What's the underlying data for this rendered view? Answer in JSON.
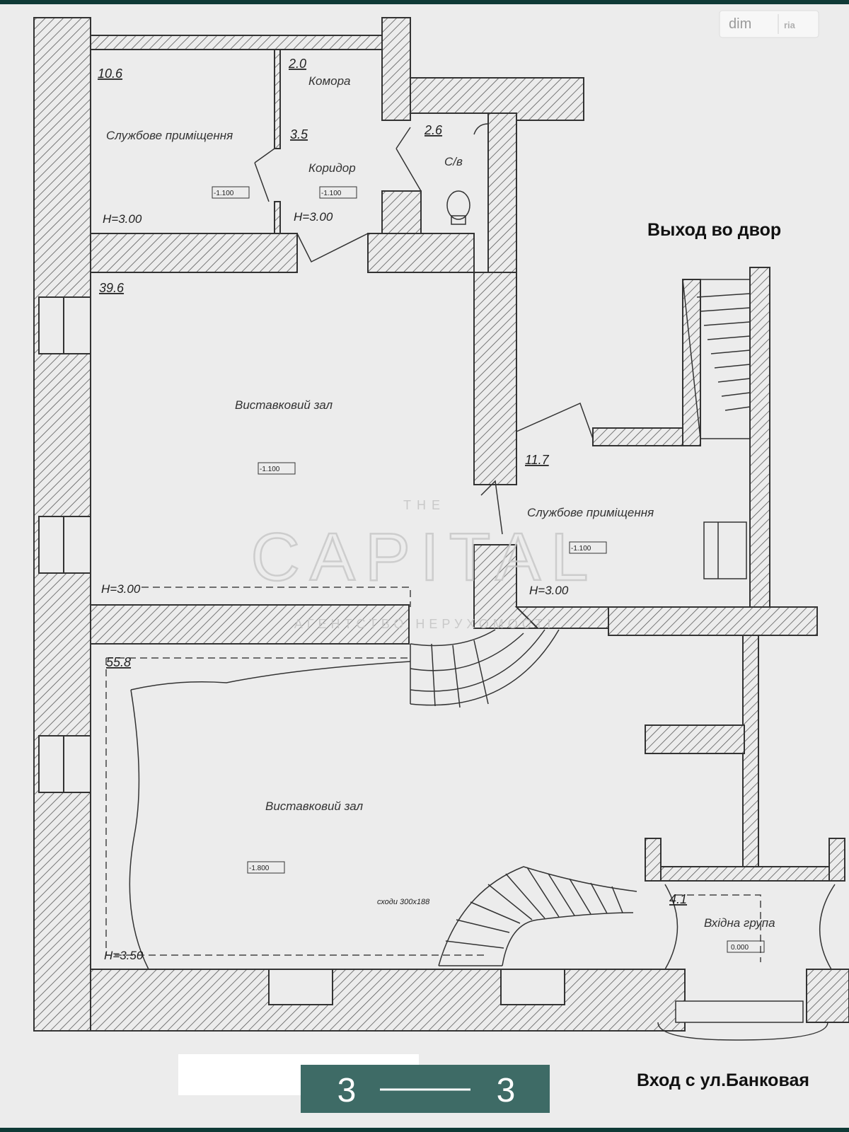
{
  "logo": {
    "text": "dim",
    "sub": "ria"
  },
  "rooms": [
    {
      "id": "service-1",
      "area": "10.6",
      "name": "Службове приміщення",
      "level": "-1.100",
      "height": "H=3.00"
    },
    {
      "id": "storage",
      "area": "2.0",
      "name": "Комора"
    },
    {
      "id": "corridor",
      "area": "3.5",
      "name": "Коридор",
      "level": "-1.100",
      "height": "H=3.00"
    },
    {
      "id": "wc",
      "area": "2.6",
      "name": "С/в"
    },
    {
      "id": "hall-1",
      "area": "39.6",
      "name": "Виставковий зал",
      "level": "-1.100",
      "height": "H=3.00"
    },
    {
      "id": "service-2",
      "area": "11.7",
      "name": "Службове приміщення",
      "level": "-1.100",
      "height": "H=3.00"
    },
    {
      "id": "hall-2",
      "area": "55.8",
      "name": "Виставковий зал",
      "level": "-1.800",
      "height": "H=3.50"
    },
    {
      "id": "entrance",
      "area": "4.1",
      "name": "Вхідна група",
      "level": "0.000"
    }
  ],
  "labels": {
    "yard_exit": "Выход во двор",
    "street_entrance": "Вход с ул.Банковая",
    "stairs": "сходи 300х188"
  },
  "section_marker": {
    "left": "3",
    "right": "3",
    "color": "#3e6b66"
  },
  "watermark": {
    "top": "THE",
    "main": "CAPITAL",
    "sub": "АГЕНТСТВО НЕРУХОМОСТІ"
  },
  "colors": {
    "background": "#ececec",
    "wall_hatch": "#555555",
    "marker": "#3e6b66",
    "frame": "#0f3a36"
  }
}
